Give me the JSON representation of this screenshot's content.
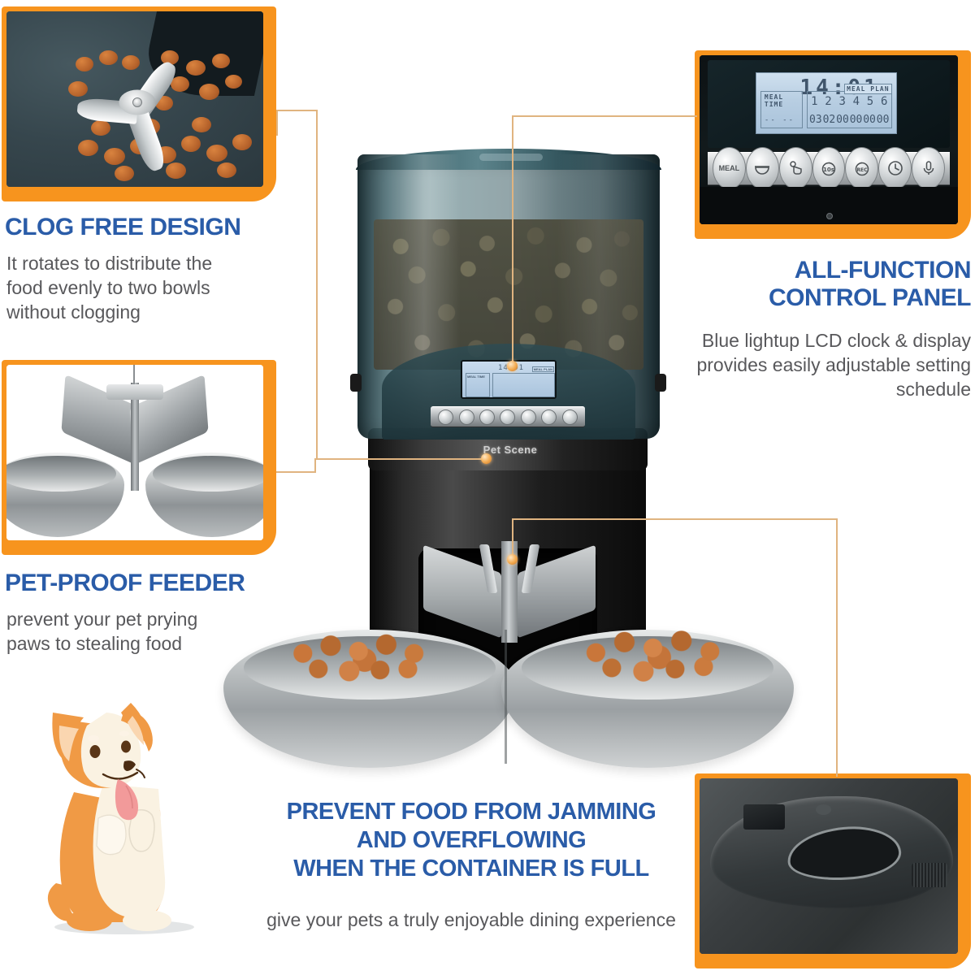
{
  "page": {
    "background": "#ffffff",
    "accent_orange": "#F7941E",
    "heading_blue": "#2A5CA8",
    "body_gray": "#58585B",
    "connector_color": "#E0B480"
  },
  "features": [
    {
      "id": "clog-free",
      "title": "CLOG FREE DESIGN",
      "body": "It rotates to distribute the food evenly to two bowls without clogging",
      "inset_alt": "rotating paddle distributing kibble inside the teal hopper"
    },
    {
      "id": "control-panel",
      "title_line1": "ALL-FUNCTION",
      "title_line2": "CONTROL PANEL",
      "body": "Blue lightup LCD clock & display provides easily adjustable setting schedule",
      "inset_alt": "close-up of the black control panel with blue LCD and silver buttons"
    },
    {
      "id": "pet-proof",
      "title": "PET-PROOF FEEDER",
      "body": "prevent your pet prying paws to stealing food",
      "inset_alt": "gray splitter cover over two stainless steel bowls"
    },
    {
      "id": "anti-jam",
      "title_line1": "PREVENT FOOD FROM JAMMING",
      "title_line2": "AND OVERFLOWING",
      "title_line3": "WHEN THE CONTAINER IS FULL",
      "body": "give your pets a truly enjoyable dining experience",
      "inset_alt": "close-up of the food outlet chute opening"
    }
  ],
  "lcd": {
    "clock": "14:01",
    "meal_time_label": "MEAL TIME",
    "meal_time_value": "-- --",
    "meal_plan_label": "MEAL PLAN",
    "slot_numbers": [
      "1",
      "2",
      "3",
      "4",
      "5",
      "6"
    ],
    "slot_values": [
      "03",
      "02",
      "00",
      "00",
      "00",
      "00"
    ],
    "backlight_color": "#b8cee2"
  },
  "control_buttons": [
    {
      "label": "MEAL",
      "icon": "meal-text-icon"
    },
    {
      "label": "",
      "icon": "bowl-icon"
    },
    {
      "label": "",
      "icon": "hand-press-icon"
    },
    {
      "label": "",
      "icon": "timer-10s-icon"
    },
    {
      "label": "",
      "icon": "timer-rec-icon"
    },
    {
      "label": "",
      "icon": "clock-icon"
    },
    {
      "label": "",
      "icon": "microphone-icon"
    }
  ],
  "product": {
    "brand": "Pet Scene",
    "hopper_color": "#2f4950",
    "base_color": "#141414",
    "bowl_color": "#b6babc",
    "kibble_color": "#b4612a",
    "bowls_count": 2
  },
  "mascot": {
    "name": "corgi-illustration",
    "body_color": "#F09A45",
    "belly_color": "#FAF2E2",
    "tongue_color": "#F29A9A"
  }
}
